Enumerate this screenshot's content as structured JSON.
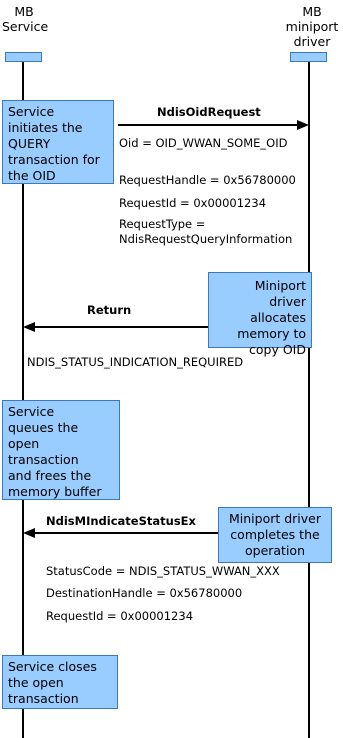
{
  "participants": {
    "service": {
      "line1": "MB",
      "line2": "Service"
    },
    "driver": {
      "line1": "MB",
      "line2": "miniport",
      "line3": "driver"
    }
  },
  "notes": {
    "service_query": [
      "Service",
      "initiates the",
      "QUERY",
      "transaction for",
      "the OID"
    ],
    "driver_allocates": [
      "Miniport driver",
      "allocates",
      "memory to",
      "copy OID"
    ],
    "service_queues": [
      "Service",
      "queues the",
      "open",
      "transaction",
      "and frees the",
      "memory buffer"
    ],
    "driver_completes": [
      "Miniport driver",
      "completes the",
      "operation"
    ],
    "service_closes": [
      "Service closes",
      "the open",
      "transaction"
    ]
  },
  "messages": {
    "oid_request": {
      "label": "NdisOidRequest",
      "params": [
        "Oid = OID_WWAN_SOME_OID",
        "RequestHandle = 0x56780000",
        "RequestId = 0x00001234",
        "RequestType =",
        "NdisRequestQueryInformation"
      ]
    },
    "return": {
      "label": "Return",
      "status": "NDIS_STATUS_INDICATION_REQUIRED"
    },
    "indicate_status": {
      "label": "NdisMIndicateStatusEx",
      "params": [
        "StatusCode = NDIS_STATUS_WWAN_XXX",
        "DestinationHandle = 0x56780000",
        "RequestId = 0x00001234"
      ]
    }
  },
  "colors": {
    "note_fill": "#99ccff",
    "note_border": "#3c78c0",
    "line": "#000000"
  }
}
